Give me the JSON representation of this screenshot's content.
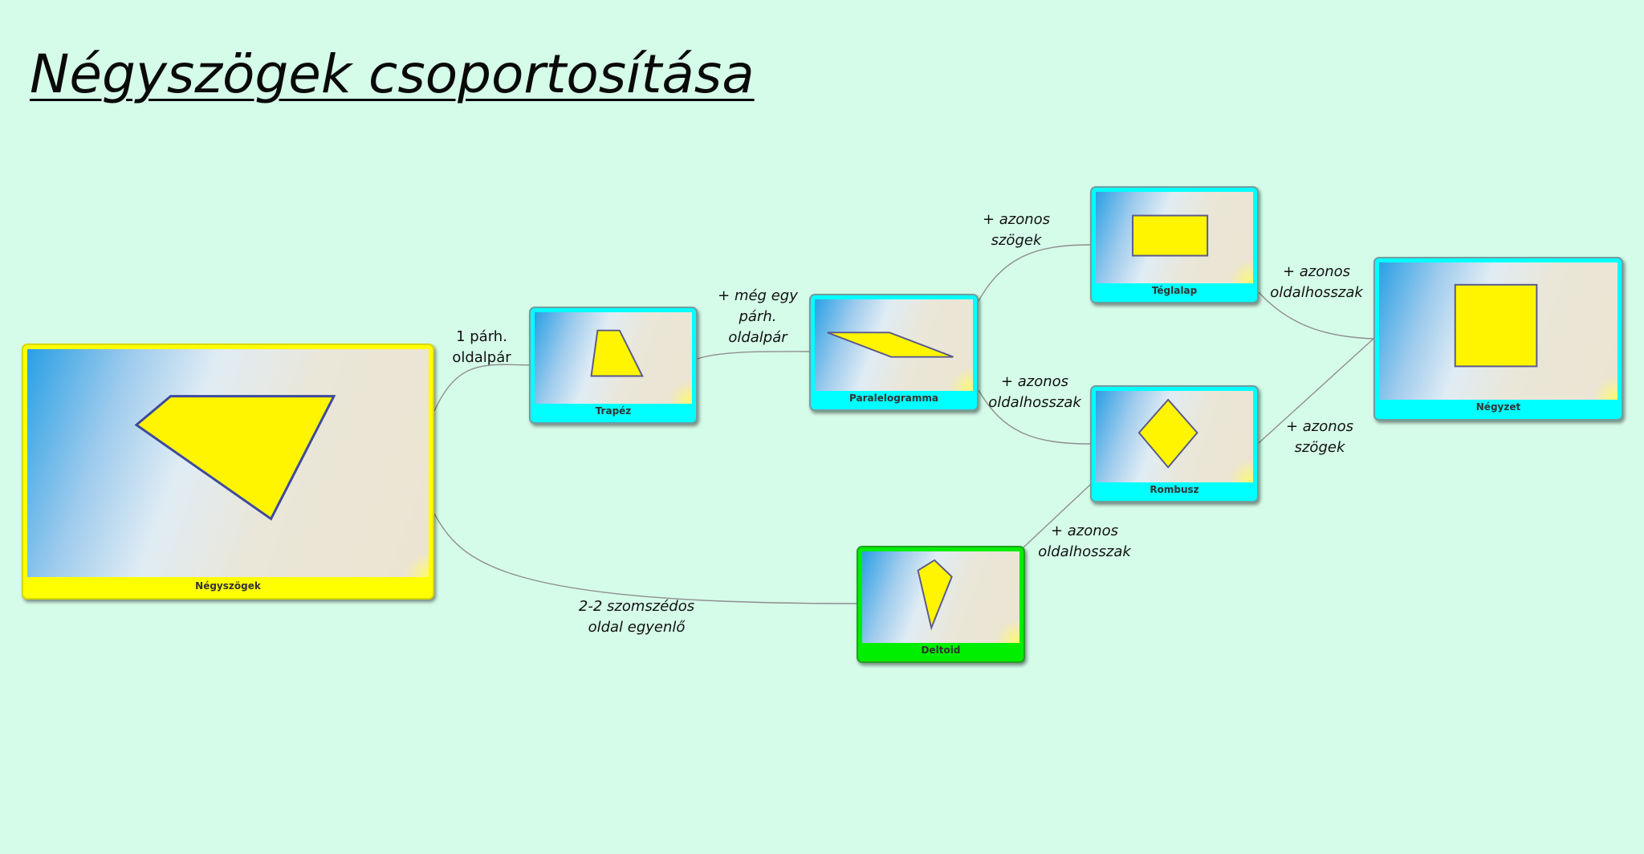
{
  "title": "Négyszögek csoportosítása",
  "colors": {
    "background": "#d5fbe9",
    "node_cyan": "#00ffff",
    "node_yellow": "#ffff00",
    "node_green": "#00ee00",
    "shape_fill": "#fff500",
    "connector": "#8f8f8f"
  },
  "nodes": {
    "negyszogek": {
      "label": "Négyszögek"
    },
    "trapez": {
      "label": "Trapéz"
    },
    "paralelogramma": {
      "label": "Paralelogramma"
    },
    "teglalap": {
      "label": "Téglalap"
    },
    "rombusz": {
      "label": "Rombusz"
    },
    "negyzet": {
      "label": "Négyzet"
    },
    "deltoid": {
      "label": "Deltoid"
    }
  },
  "edge_labels": {
    "parh": [
      "1 párh.",
      "oldalpár"
    ],
    "meg_egy": [
      "+ még egy",
      "párh.",
      "oldalpár"
    ],
    "azonos_szogek_1": [
      "+ azonos",
      "szögek"
    ],
    "azonos_oldal_1": [
      "+ azonos",
      "oldalhosszak"
    ],
    "azonos_oldal_2": [
      "+ azonos",
      "oldalhosszak"
    ],
    "azonos_szogek_2": [
      "+ azonos",
      "szögek"
    ],
    "azonos_oldal_3": [
      "+ azonos",
      "oldalhosszak"
    ],
    "szomszedos": [
      "2-2 szomszédos",
      "oldal egyenlő"
    ]
  }
}
